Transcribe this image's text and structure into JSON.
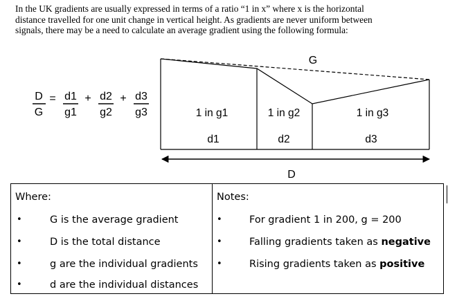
{
  "intro": {
    "lines": [
      "In the UK gradients are usually expressed in terms of a ratio “1 in x” where x is the horizontal",
      "distance travelled for one unit change in vertical height.  As gradients are never uniform between",
      "signals, there may be a need to calculate an average gradient using the following formula:"
    ]
  },
  "formula": {
    "lhs_num": "D",
    "lhs_den": "G",
    "equals": "=",
    "terms": [
      {
        "num": "d1",
        "den": "g1"
      },
      {
        "num": "d2",
        "den": "g2"
      },
      {
        "num": "d3",
        "den": "g3"
      }
    ],
    "plus": "+"
  },
  "diagram": {
    "avg_label": "G",
    "sections": [
      {
        "gradient": "1 in g1",
        "distance": "d1"
      },
      {
        "gradient": "1 in g2",
        "distance": "d2"
      },
      {
        "gradient": "1 in g3",
        "distance": "d3"
      }
    ],
    "total_label": "D"
  },
  "table": {
    "where": {
      "heading": "Where:",
      "items": [
        "G is the average gradient",
        "D is the total distance",
        "g are the individual gradients",
        "d are the individual distances"
      ]
    },
    "notes": {
      "heading": "Notes:",
      "items": [
        {
          "text": "For gradient 1 in 200, g = 200",
          "bold": ""
        },
        {
          "text": "Falling gradients taken as ",
          "bold": "negative"
        },
        {
          "text": "Rising gradients taken as ",
          "bold": "positive"
        }
      ]
    },
    "bullet": "•"
  }
}
